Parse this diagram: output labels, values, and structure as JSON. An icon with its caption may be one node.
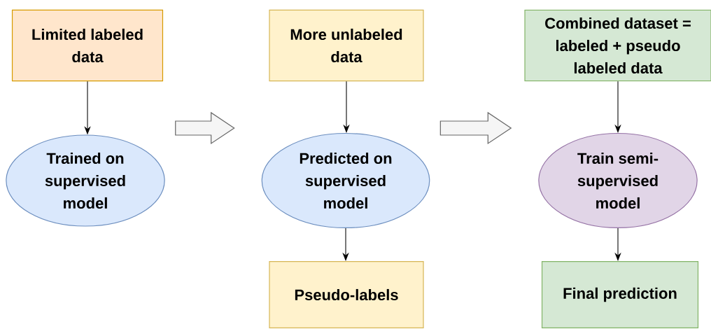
{
  "diagram": {
    "nodes": [
      {
        "text": [
          "Limited labeled data"
        ]
      },
      {
        "text": [
          "Trained on supervised model"
        ]
      },
      {
        "text": [
          "More unlabeled data"
        ]
      },
      {
        "text": [
          "Predicted on supervised model"
        ]
      },
      {
        "text": [
          "Pseudo-labels"
        ]
      },
      {
        "text": [
          "Combined dataset = labeled + pseudo labeled data"
        ]
      },
      {
        "text": [
          "Train semi-supervised model"
        ]
      },
      {
        "text": [
          "Final prediction"
        ]
      }
    ],
    "edges": [
      {
        "from": 0,
        "to": 1,
        "arrow": "to"
      },
      {
        "from": 1,
        "to": 3,
        "arrow": "to",
        "style": "thick"
      },
      {
        "from": 2,
        "to": 3,
        "arrow": "to"
      },
      {
        "from": 3,
        "to": 4,
        "arrow": "to"
      },
      {
        "from": 3,
        "to": 6,
        "arrow": "to",
        "style": "thick"
      },
      {
        "from": 5,
        "to": 6,
        "arrow": "to"
      },
      {
        "from": 6,
        "to": 7,
        "arrow": "to"
      }
    ]
  }
}
